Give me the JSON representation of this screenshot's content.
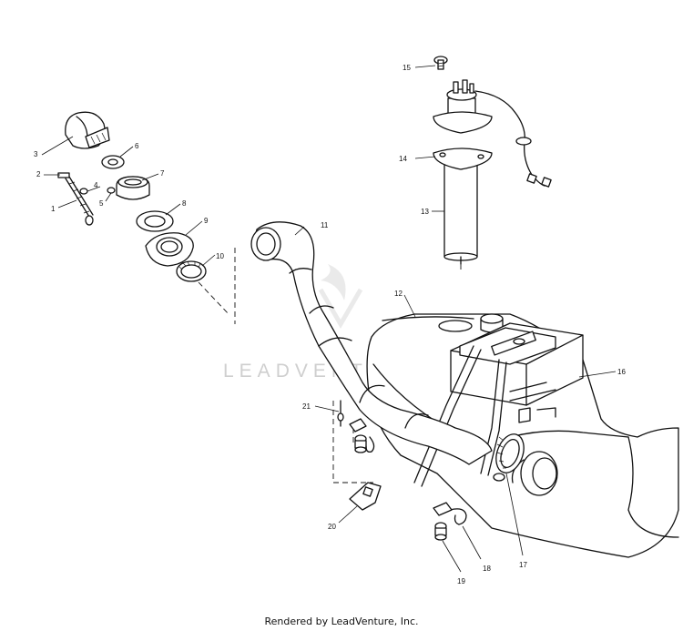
{
  "watermark": "LEADVENTURE",
  "credit": "Rendered by LeadVenture, Inc.",
  "callouts": {
    "c1": "1",
    "c2": "2",
    "c3": "3",
    "c4": "4",
    "c5": "5",
    "c6": "6",
    "c7": "7",
    "c8": "8",
    "c9": "9",
    "c10": "10",
    "c11": "11",
    "c12": "12",
    "c13": "13",
    "c14": "14",
    "c15": "15",
    "c16": "16",
    "c17": "17",
    "c18": "18",
    "c19": "19",
    "c20": "20",
    "c21": "21"
  }
}
